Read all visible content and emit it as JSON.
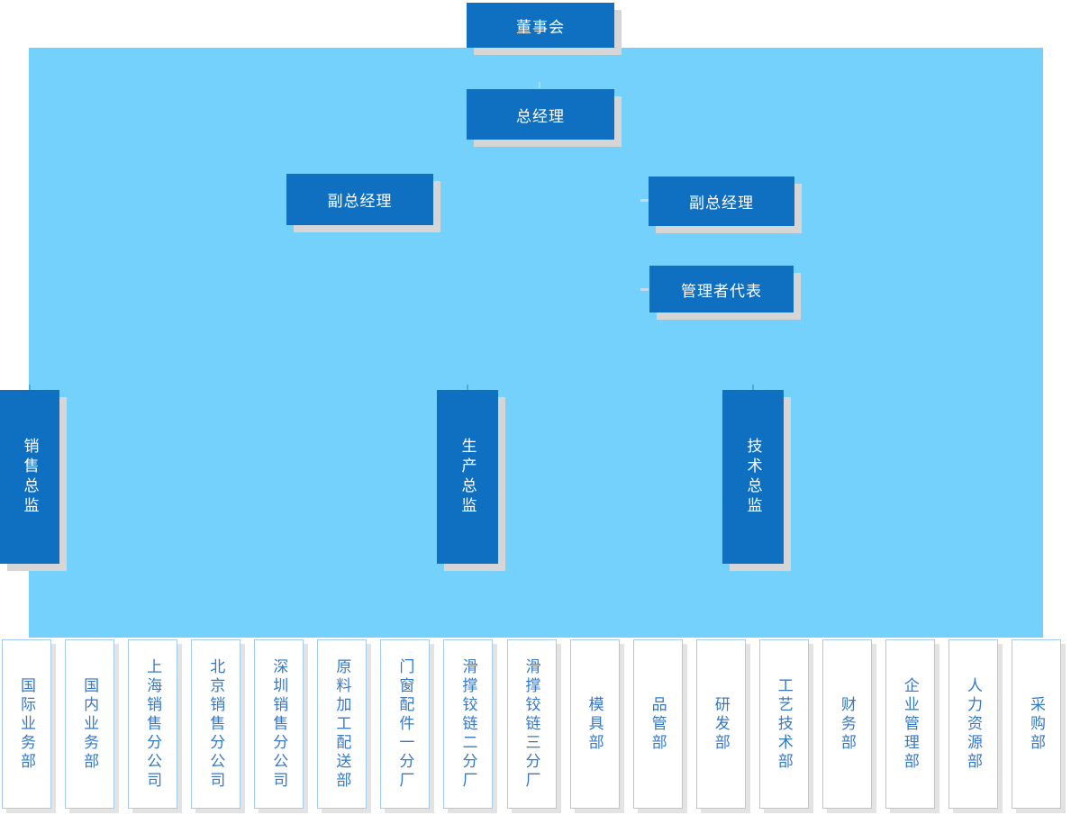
{
  "page": {
    "type": "org-chart",
    "colors": {
      "panel_background": "#74d1fb",
      "node_background": "#0f70c1",
      "node_text": "#ffffff",
      "node_shadow": "#d6d6d6",
      "department_border": "#a6cbf0",
      "department_text": "#3478c6",
      "department_shadow": "#e3e3e3"
    }
  },
  "nodes": {
    "board": "董事会",
    "general_manager": "总经理",
    "deputy_gm_left": "副总经理",
    "deputy_gm_right": "副总经理",
    "management_rep": "管理者代表",
    "sales_director": "销售总监",
    "production_director": "生产总监",
    "technology_director": "技术总监"
  },
  "departments": [
    {
      "label": "国际业务部"
    },
    {
      "label": "国内业务部"
    },
    {
      "label": "上海销售分公司"
    },
    {
      "label": "北京销售分公司"
    },
    {
      "label": "深圳销售分公司"
    },
    {
      "label": "原料加工配送部"
    },
    {
      "label": "门窗配件一分厂"
    },
    {
      "label": "滑撑铰链二分厂"
    },
    {
      "label": "滑撑铰链三分厂"
    },
    {
      "label": "模具部"
    },
    {
      "label": "品管部"
    },
    {
      "label": "研发部"
    },
    {
      "label": "工艺技术部"
    },
    {
      "label": "财务部"
    },
    {
      "label": "企业管理部"
    },
    {
      "label": "人力资源部"
    },
    {
      "label": "采购部"
    }
  ]
}
